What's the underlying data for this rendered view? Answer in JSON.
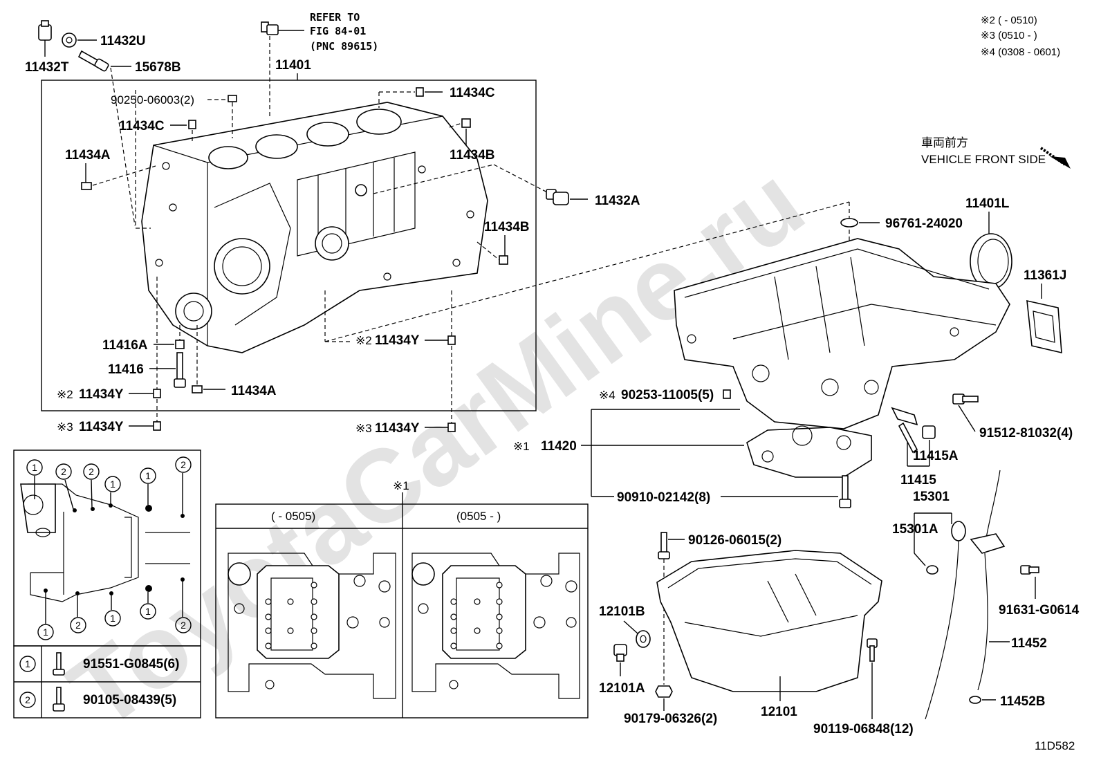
{
  "watermark": "ToyotaCarMine.ru",
  "figure_id": "11D582",
  "notes": {
    "n2": "※2 (         - 0510)",
    "n3": "※3 (0510 -          )",
    "n4": "※4 (0308 - 0601)"
  },
  "refer": {
    "line1": "REFER TO",
    "line2": "FIG 84-01",
    "line3": "(PNC 89615)"
  },
  "direction": {
    "jp": "車両前方",
    "en": "VEHICLE FRONT SIDE"
  },
  "labels": {
    "p11432U": "11432U",
    "p11432T": "11432T",
    "p15678B": "15678B",
    "p11401": "11401",
    "p90250": "90250-06003(2)",
    "p11434C_top": "11434C",
    "p11434C_left": "11434C",
    "p11434A_left": "11434A",
    "p11434B_top": "11434B",
    "p11432A": "11432A",
    "p11434B_right": "11434B",
    "p11416A": "11416A",
    "p11416": "11416",
    "p11434A_bottom": "11434A",
    "p11434Y_mid": "11434Y",
    "p11434Y_left2": "11434Y",
    "p11434Y_left3": "11434Y",
    "p11434Y_right3": "11434Y",
    "p96761": "96761-24020",
    "p11401L": "11401L",
    "p11361J": "11361J",
    "p90253": "90253-11005(5)",
    "p11420": "11420",
    "p91512": "91512-81032(4)",
    "p11415A": "11415A",
    "p11415": "11415",
    "p90910": "90910-02142(8)",
    "p15301": "15301",
    "p15301A": "15301A",
    "p90126": "90126-06015(2)",
    "p91631": "91631-G0614",
    "p12101B": "12101B",
    "p12101A": "12101A",
    "p11452": "11452",
    "p11452B": "11452B",
    "p90179": "90179-06326(2)",
    "p12101": "12101",
    "p90119": "90119-06848(12)"
  },
  "marks": {
    "m2": "※2",
    "m3": "※3",
    "m4": "※4",
    "m1": "※1"
  },
  "inset": {
    "title": "※1",
    "left_range": "(       - 0505)",
    "right_range": "(0505 -        )"
  },
  "legend": {
    "row1_num": "1",
    "row1_part": "91551-G0845(6)",
    "row2_num": "2",
    "row2_part": "90105-08439(5)"
  },
  "circle_one": "1",
  "circle_two": "2"
}
